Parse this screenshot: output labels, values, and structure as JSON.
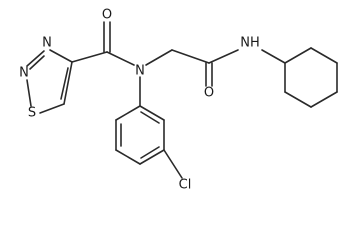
{
  "molecule": {
    "atoms": [
      {
        "id": "O1",
        "label": "O"
      },
      {
        "id": "N1",
        "label": "N"
      },
      {
        "id": "N2",
        "label": "N"
      },
      {
        "id": "S1",
        "label": "S"
      },
      {
        "id": "N3",
        "label": "N"
      },
      {
        "id": "O2",
        "label": "O"
      },
      {
        "id": "NH",
        "label": "NH"
      },
      {
        "id": "Cl",
        "label": "Cl"
      }
    ]
  }
}
